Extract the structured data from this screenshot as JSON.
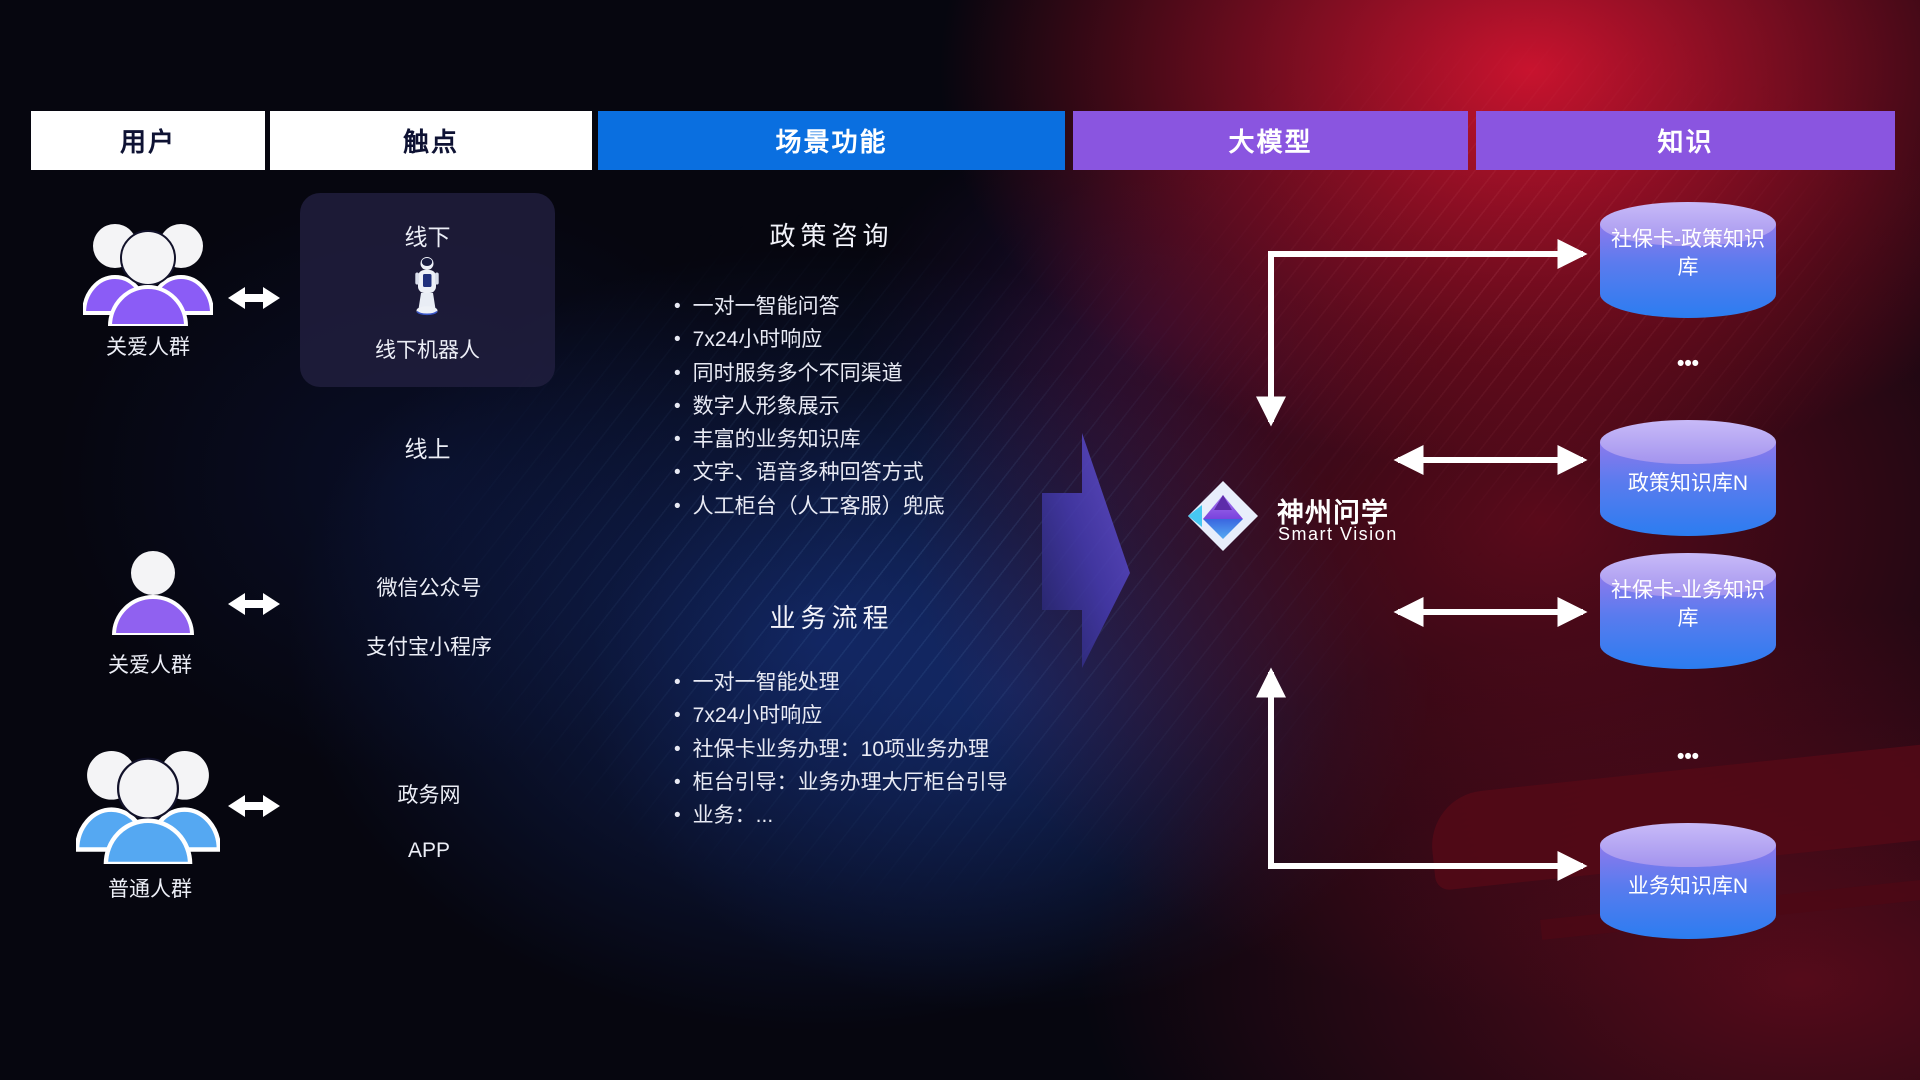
{
  "headers": [
    {
      "label": "用户"
    },
    {
      "label": "触点"
    },
    {
      "label": "场景功能"
    },
    {
      "label": "大模型"
    },
    {
      "label": "知识"
    }
  ],
  "colors": {
    "header_blue": "#0a6fe0",
    "header_purple": "#8a55e0",
    "user_purple": "#8b5cf6",
    "user_blue": "#55a8f2",
    "cylinder_top": "#b7a7f3",
    "cylinder_bottom": "#2f82f2",
    "background_red": "#c41430",
    "background_navy": "#16307a"
  },
  "users": [
    {
      "label": "关爱人群",
      "icon": "user-group",
      "color": "purple"
    },
    {
      "label": "关爱人群",
      "icon": "user-single",
      "color": "purple"
    },
    {
      "label": "普通人群",
      "icon": "user-group",
      "color": "blue"
    }
  ],
  "touchpoints": {
    "offline_title": "线下",
    "offline_device": "线下机器人",
    "online_title": "线上",
    "channels": [
      "微信公众号",
      "支付宝小程序",
      "政务网",
      "APP"
    ]
  },
  "scenes": [
    {
      "title": "政策咨询",
      "items": [
        "一对一智能问答",
        "7x24小时响应",
        "同时服务多个不同渠道",
        "数字人形象展示",
        "丰富的业务知识库",
        "文字、语音多种回答方式",
        "人工柜台（人工客服）兜底"
      ]
    },
    {
      "title": "业务流程",
      "items": [
        "一对一智能处理",
        "7x24小时响应",
        "社保卡业务办理：10项业务办理",
        "柜台引导：业务办理大厅柜台引导",
        "业务：..."
      ]
    }
  ],
  "model": {
    "name": "神州问学",
    "subtitle": "Smart Vision"
  },
  "knowledge": {
    "nodes": [
      "社保卡-政策知识库",
      "政策知识库N",
      "社保卡-业务知识库",
      "业务知识库N"
    ],
    "more_indicator": "•••"
  }
}
